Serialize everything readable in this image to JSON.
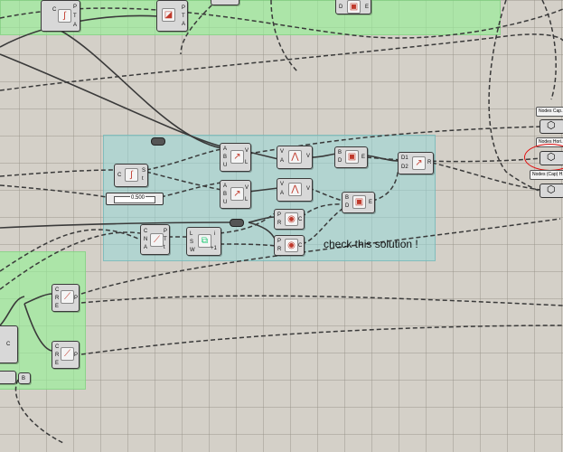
{
  "annotation": "check this solution !",
  "slider": {
    "value": "0.500"
  },
  "panels": {
    "top": "Nodes Cap...",
    "mid": "Nodes Hori...",
    "bottom": "Nodes (Cap) H..."
  },
  "colors": {
    "canvas": "#d4d0c8",
    "group_green": "#96f096",
    "group_teal": "#96d7d7",
    "wire": "#3a3a3a",
    "highlight": "#e01010"
  },
  "icons": {
    "curve": "curve-icon",
    "vector": "vector-icon",
    "point": "point-icon",
    "circle": "circle-icon",
    "hexagon": "hexagon-icon",
    "graph": "graph-icon"
  }
}
